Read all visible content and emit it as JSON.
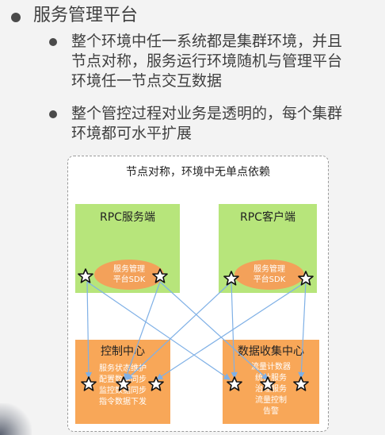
{
  "slide": {
    "heading": "服务管理平台",
    "points": [
      "整个环境中任一系统都是集群环境，并且\n节点对称，服务运行环境随机与管理平台\n环境任一节点交互数据",
      "整个管控过程对业务是透明的，每个集群\n环境都可水平扩展"
    ]
  },
  "diagram": {
    "title": "节点对称，环境中无单点依赖",
    "rpc_server": {
      "title": "RPC服务端",
      "sdk_lines": [
        "服务管理",
        "平台SDK"
      ]
    },
    "rpc_client": {
      "title": "RPC客户端",
      "sdk_lines": [
        "服务管理",
        "平台SDK"
      ]
    },
    "control_center": {
      "title": "控制中心",
      "lines": "服务状态维护\n配置数据同步\n监控数据同步\n指令数据下发"
    },
    "data_center": {
      "title": "数据收集中心",
      "lines": "流量计数器\n统计服务\n治理服务\n流量控制\n告警"
    },
    "colors": {
      "green_box": "#b7e57b",
      "orange_box": "#f8a758",
      "ellipse": "#f3a15a",
      "arrow": "#7fb0e6",
      "frame": "#9a9a9a"
    },
    "icons": [
      "star-icon"
    ]
  }
}
